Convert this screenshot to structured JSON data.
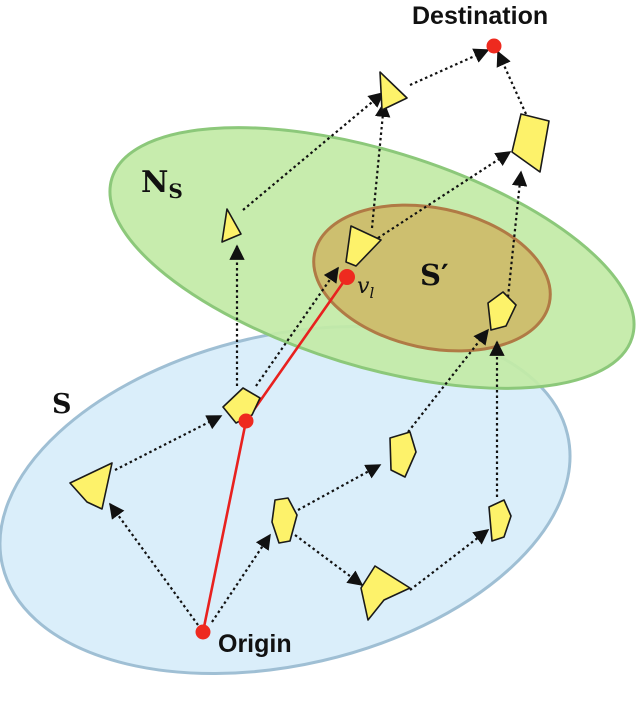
{
  "labels": {
    "destination": "Destination",
    "origin": "Origin",
    "region_s": "S",
    "region_ns_main": "N",
    "region_ns_sub": "S",
    "region_s_prime": "S′",
    "vl_var": "v",
    "vl_sub": "l"
  },
  "colors": {
    "region_s_fill": "#daeefa",
    "region_s_stroke": "#9fbfd4",
    "region_ns_fill": "#c3eba7",
    "region_ns_stroke": "#8cc87a",
    "region_s_prime_fill": "#cdbf6f",
    "region_s_prime_stroke": "#b07a45",
    "vehicle_fill": "#fdf26a",
    "path_red": "#e8211f",
    "endpoint_red": "#ee2a1f"
  },
  "icons": {
    "vehicle": "yellow-polygon-vehicle-icon",
    "endpoint": "red-dot-icon"
  }
}
